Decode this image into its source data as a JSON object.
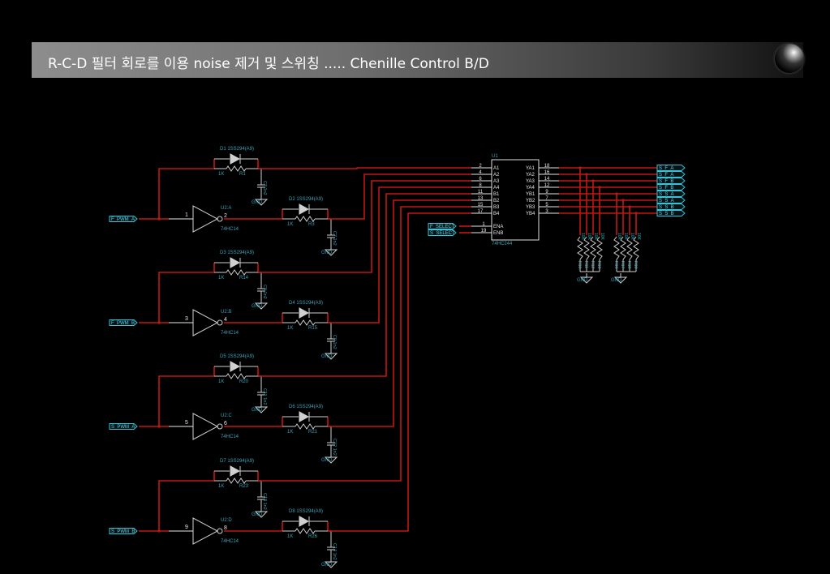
{
  "slide": {
    "title": "R-C-D 필터 회로를 이용 noise 제거 및 스위칭 ..... Chenille Control B/D"
  },
  "ic": {
    "ref": "U1",
    "part": "74HC244",
    "left_pins": [
      {
        "num": "2",
        "name": "A1"
      },
      {
        "num": "4",
        "name": "A2"
      },
      {
        "num": "6",
        "name": "A3"
      },
      {
        "num": "8",
        "name": "A4"
      },
      {
        "num": "11",
        "name": "B1"
      },
      {
        "num": "13",
        "name": "B2"
      },
      {
        "num": "15",
        "name": "B3"
      },
      {
        "num": "17",
        "name": "B4"
      }
    ],
    "enable_pins": [
      {
        "num": "1",
        "name": "ENA",
        "net": "F_SELECT"
      },
      {
        "num": "19",
        "name": "ENB",
        "net": "S_SELECT"
      }
    ],
    "right_pins": [
      {
        "num": "18",
        "name": "YA1"
      },
      {
        "num": "16",
        "name": "YA2"
      },
      {
        "num": "14",
        "name": "YA3"
      },
      {
        "num": "12",
        "name": "YA4"
      },
      {
        "num": "9",
        "name": "YB1"
      },
      {
        "num": "7",
        "name": "YB2"
      },
      {
        "num": "5",
        "name": "YB3"
      },
      {
        "num": "3",
        "name": "YB4"
      }
    ]
  },
  "output_ports": [
    "S_F_A",
    "S_F_A",
    "S_F_B",
    "S_F_B",
    "S_S_A",
    "S_S_A",
    "S_S_B",
    "S_S_B"
  ],
  "inverters": [
    {
      "ref": "U2:A",
      "part": "74HC14",
      "in_pin": "1",
      "out_pin": "2",
      "net": "F_PWM_A"
    },
    {
      "ref": "U2:B",
      "part": "74HC14",
      "in_pin": "3",
      "out_pin": "4",
      "net": "F_PWM_B"
    },
    {
      "ref": "U2:C",
      "part": "74HC14",
      "in_pin": "5",
      "out_pin": "6",
      "net": "S_PWM_A"
    },
    {
      "ref": "U2:D",
      "part": "74HC14",
      "in_pin": "9",
      "out_pin": "8",
      "net": "S_PWM_B"
    }
  ],
  "filters": [
    {
      "diode": "D1 1SS294(A9)",
      "res_val": "1K",
      "res": "R1",
      "cap": "C7 1n2",
      "gnd": "GND"
    },
    {
      "diode": "D2 1SS294(A9)",
      "res_val": "1K",
      "res": "R3",
      "cap": "C7 1n2",
      "gnd": "GND"
    },
    {
      "diode": "D3 1SS294(A9)",
      "res_val": "1K",
      "res": "R14",
      "cap": "C9 1n2",
      "gnd": "GND"
    },
    {
      "diode": "D4 1SS294(A9)",
      "res_val": "1K",
      "res": "R15",
      "cap": "C9 1n2",
      "gnd": "GND"
    },
    {
      "diode": "D5 1SS294(A9)",
      "res_val": "1K",
      "res": "R20",
      "cap": "C11 1n2",
      "gnd": "GND"
    },
    {
      "diode": "D6 1SS294(A9)",
      "res_val": "1K",
      "res": "R21",
      "cap": "C12 1n2",
      "gnd": "GND"
    },
    {
      "diode": "D7 1SS294(A9)",
      "res_val": "1K",
      "res": "R23",
      "cap": "C13 1n2",
      "gnd": "GND"
    },
    {
      "diode": "D8 1SS294(A9)",
      "res_val": "1K",
      "res": "R26",
      "cap": "C14 1n2",
      "gnd": "GND"
    }
  ],
  "pulldown": {
    "left_refs": [
      "R10",
      "R11",
      "R12",
      "R13"
    ],
    "right_refs": [
      "R16",
      "R17",
      "R18",
      "R19"
    ],
    "value": "10K",
    "gnd": "GND"
  },
  "colors": {
    "wire_active": "#c11616",
    "wire": "#e8e8e8",
    "label": "#3aa3b8",
    "port": "#33c3d8",
    "background": "#000000"
  }
}
